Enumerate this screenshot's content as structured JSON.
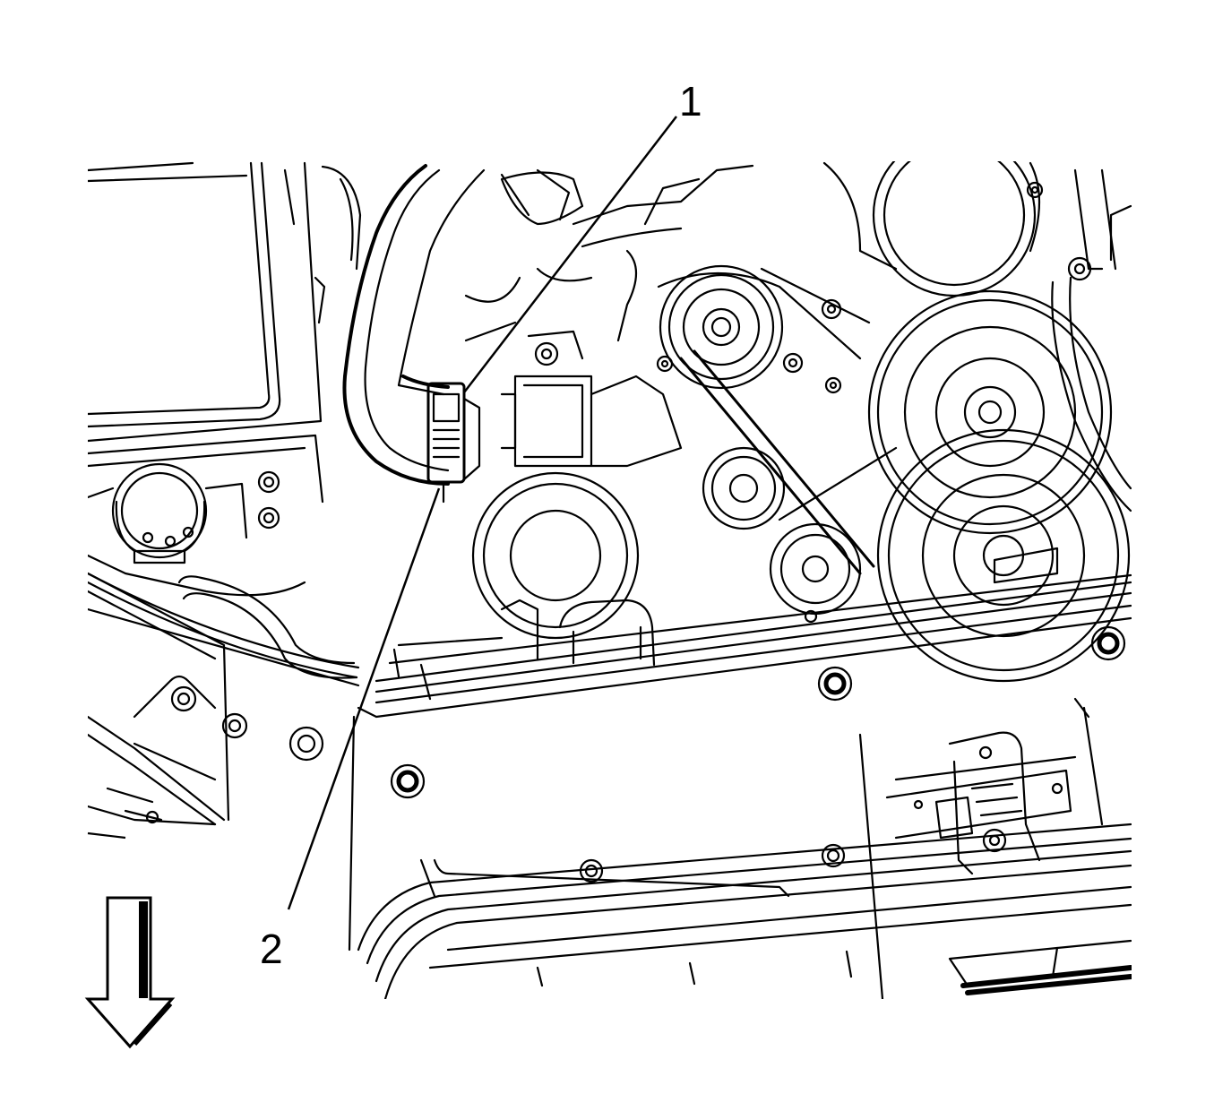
{
  "callouts": [
    {
      "id": "1",
      "label": "1"
    },
    {
      "id": "2",
      "label": "2"
    }
  ],
  "icons": {
    "direction_arrow": "arrow-down-icon"
  },
  "colors": {
    "ink": "#000000",
    "paper": "#ffffff"
  }
}
